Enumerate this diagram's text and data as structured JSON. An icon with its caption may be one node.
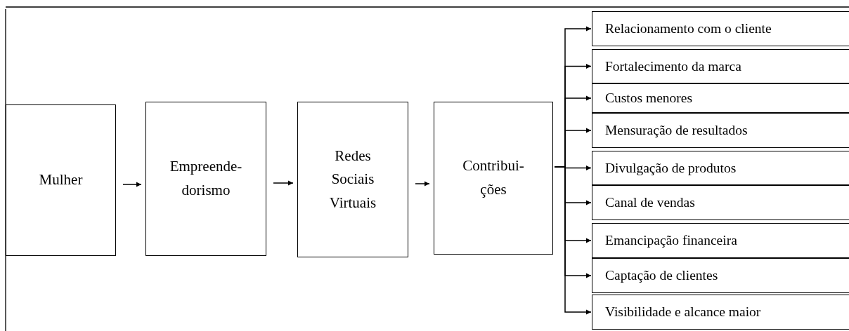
{
  "diagram": {
    "nodes": [
      {
        "text": [
          "Mulher"
        ]
      },
      {
        "text": [
          "Empreende-dorismo"
        ]
      },
      {
        "text": [
          "Redes Sociais Virtuais"
        ]
      },
      {
        "text": [
          "Contribui-ções"
        ]
      },
      {
        "text": [
          "Relacionamento com o cliente"
        ]
      },
      {
        "text": [
          "Fortalecimento da marca"
        ]
      },
      {
        "text": [
          "Custos menores"
        ]
      },
      {
        "text": [
          "Mensuração de resultados"
        ]
      },
      {
        "text": [
          "Divulgação de produtos"
        ]
      },
      {
        "text": [
          "Canal de vendas"
        ]
      },
      {
        "text": [
          "Emancipação financeira"
        ]
      },
      {
        "text": [
          "Captação de clientes"
        ]
      },
      {
        "text": [
          "Visibilidade e alcance maior"
        ]
      }
    ],
    "edges": [
      {
        "from": 0,
        "to": 1,
        "arrow": "to"
      },
      {
        "from": 1,
        "to": 2,
        "arrow": "to"
      },
      {
        "from": 2,
        "to": 3,
        "arrow": "to"
      },
      {
        "from": 3,
        "to": 4,
        "arrow": "to"
      },
      {
        "from": 3,
        "to": 5,
        "arrow": "to"
      },
      {
        "from": 3,
        "to": 6,
        "arrow": "to"
      },
      {
        "from": 3,
        "to": 7,
        "arrow": "to"
      },
      {
        "from": 3,
        "to": 8,
        "arrow": "to"
      },
      {
        "from": 3,
        "to": 9,
        "arrow": "to"
      },
      {
        "from": 3,
        "to": 10,
        "arrow": "to"
      },
      {
        "from": 3,
        "to": 11,
        "arrow": "to"
      },
      {
        "from": 3,
        "to": 12,
        "arrow": "to"
      }
    ]
  }
}
